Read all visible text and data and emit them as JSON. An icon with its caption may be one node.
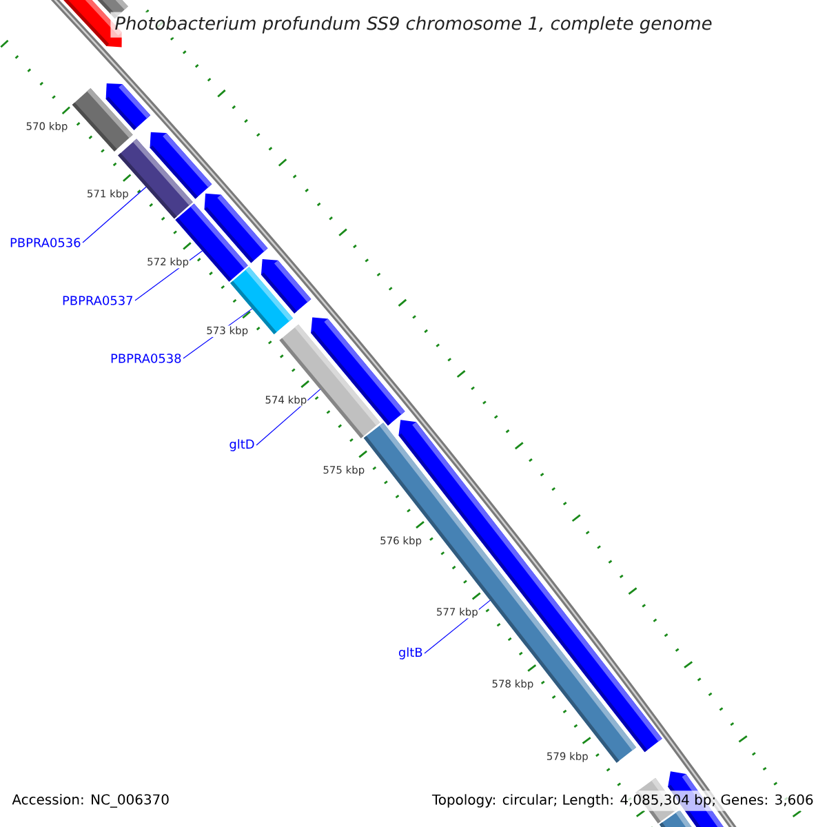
{
  "diagram": {
    "title": "Photobacterium profundum SS9 chromosome 1, complete genome",
    "nodes": [
      {
        "text": [
          "PBPRA0536"
        ]
      },
      {
        "text": [],
        "shape": "bar"
      },
      {
        "text": [
          "PBPRA0537"
        ]
      },
      {
        "text": [],
        "shape": "bar"
      },
      {
        "text": [
          "PBPRA0538"
        ]
      },
      {
        "text": [],
        "shape": "bar"
      },
      {
        "text": [
          "gltD"
        ]
      },
      {
        "text": [],
        "shape": "bar"
      },
      {
        "text": [
          "gltB"
        ]
      },
      {
        "text": [],
        "shape": "bar"
      }
    ],
    "edges": [
      {
        "from": 0,
        "to": 1,
        "arrow": "none"
      },
      {
        "from": 2,
        "to": 3,
        "arrow": "none"
      },
      {
        "from": 4,
        "to": 5,
        "arrow": "none"
      },
      {
        "from": 6,
        "to": 7,
        "arrow": "none"
      },
      {
        "from": 8,
        "to": 9,
        "arrow": "none"
      }
    ],
    "labels": [
      "570 kbp",
      "571 kbp",
      "572 kbp",
      "573 kbp",
      "574 kbp",
      "575 kbp",
      "576 kbp",
      "577 kbp",
      "578 kbp",
      "579 kbp",
      "Accession: NC_006370",
      "Topology: circular; Length: 4,085,304 bp; Genes: 3,606"
    ]
  }
}
